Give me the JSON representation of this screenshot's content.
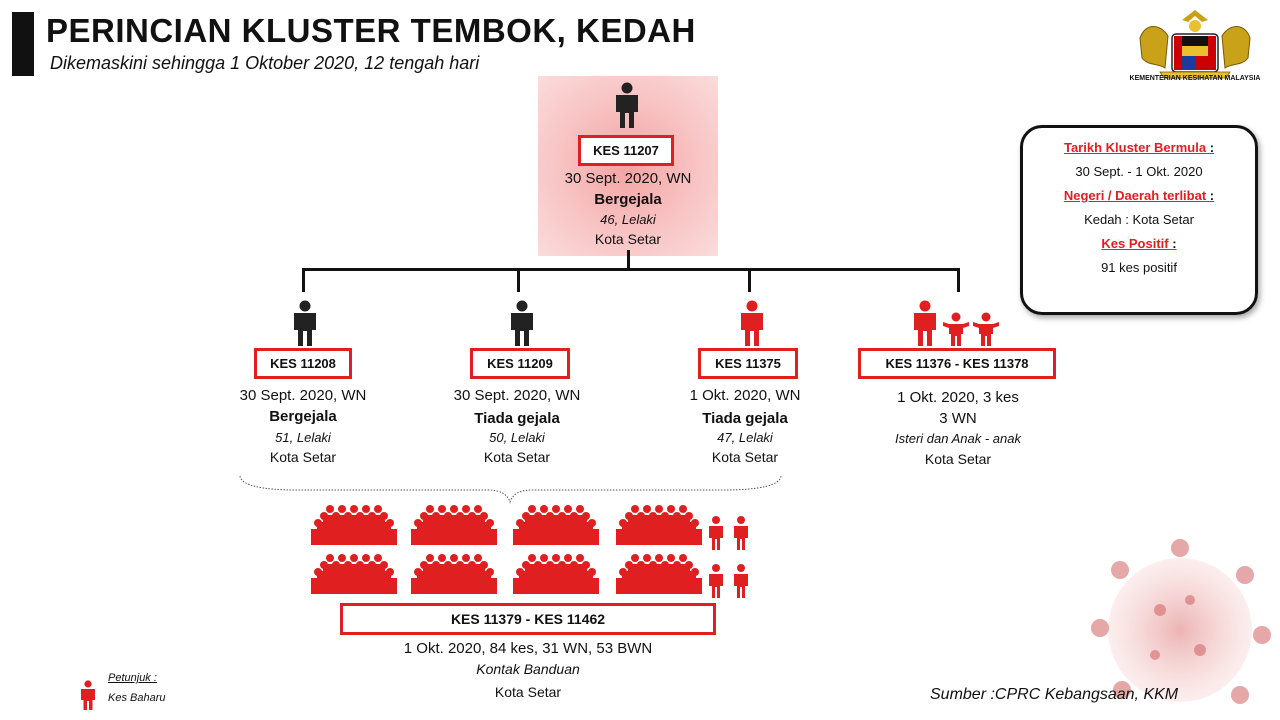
{
  "header": {
    "title": "PERINCIAN KLUSTER TEMBOK, KEDAH",
    "subtitle": "Dikemaskini sehingga 1 Oktober 2020, 12 tengah hari"
  },
  "logo": {
    "text": "KEMENTERIAN KESIHATAN MALAYSIA",
    "icon": "coat-of-arms"
  },
  "colors": {
    "new_case": "#e02020",
    "existing_case": "#222222",
    "index_background": "#f6b3b3"
  },
  "root_case": {
    "id": "KES 11207",
    "date": "30 Sept. 2020, WN",
    "status": "Bergejala",
    "detail": "46, Lelaki",
    "location": "Kota Setar"
  },
  "children": [
    {
      "id": "KES 11208",
      "date": "30 Sept. 2020, WN",
      "status": "Bergejala",
      "detail": "51, Lelaki",
      "location": "Kota Setar"
    },
    {
      "id": "KES 11209",
      "date": "30 Sept. 2020, WN",
      "status": "Tiada gejala",
      "detail": "50, Lelaki",
      "location": "Kota Setar"
    },
    {
      "id": "KES 11375",
      "date": "1 Okt. 2020, WN",
      "status": "Tiada gejala",
      "detail": "47, Lelaki",
      "location": "Kota Setar"
    },
    {
      "id": "KES 11376 - KES 11378",
      "date": "1 Okt. 2020, 3 kes",
      "status": "3 WN",
      "detail": "Isteri dan Anak - anak",
      "location": "Kota Setar"
    }
  ],
  "group_case": {
    "id": "KES 11379 - KES 11462",
    "summary": "1 Okt. 2020, 84 kes, 31 WN, 53 BWN",
    "detail": "Kontak Banduan",
    "location": "Kota Setar"
  },
  "info_box": {
    "start_label": "Tarikh Kluster Bermula",
    "start_value": "30 Sept. - 1 Okt.  2020",
    "region_label": "Negeri / Daerah terlibat",
    "region_value": "Kedah : Kota Setar",
    "positive_label": "Kes Positif",
    "positive_value": "91 kes positif",
    "colon": ":"
  },
  "legend": {
    "title": "Petunjuk :",
    "label": "Kes Baharu"
  },
  "source": "Sumber :CPRC Kebangsaan,  KKM"
}
